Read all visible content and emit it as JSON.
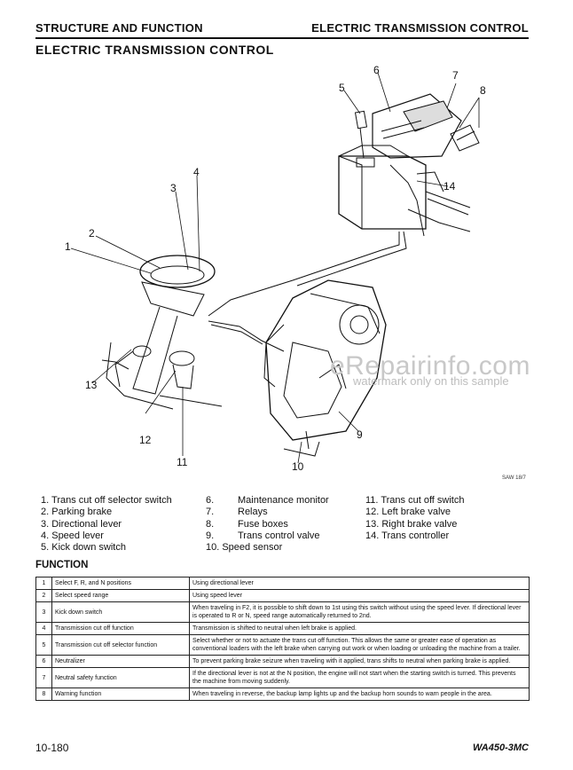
{
  "header": {
    "section_left": "STRUCTURE AND FUNCTION",
    "section_right": "ELECTRIC TRANSMISSION CONTROL"
  },
  "title": "ELECTRIC TRANSMISSION CONTROL",
  "figure": {
    "callouts": [
      "1",
      "2",
      "3",
      "4",
      "5",
      "6",
      "7",
      "8",
      "9",
      "10",
      "11",
      "12",
      "13",
      "14"
    ],
    "code": "SAW 18/7",
    "watermark_main": "eRepairinfo.com",
    "watermark_sub": "watermark only on this sample"
  },
  "legend": {
    "col1": [
      "1. Trans cut off selector switch",
      "2. Parking brake",
      "3. Directional lever",
      "4. Speed lever",
      "5. Kick down switch"
    ],
    "col2_nums": [
      "6.",
      "7.",
      "8.",
      "9.",
      "10. Speed sensor"
    ],
    "col2_labels": [
      "Maintenance monitor",
      "Relays",
      "Fuse boxes",
      "Trans control valve"
    ],
    "col3": [
      "11. Trans cut off switch",
      "12. Left brake valve",
      "13. Right brake valve",
      "14. Trans controller"
    ]
  },
  "function": {
    "title": "FUNCTION",
    "rows": [
      {
        "num": "1",
        "name": "Select F, R, and N positions",
        "desc": "Using directional lever"
      },
      {
        "num": "2",
        "name": "Select speed range",
        "desc": "Using speed lever"
      },
      {
        "num": "3",
        "name": "Kick down switch",
        "desc": "When traveling in F2, it is possible to shift down to 1st using this switch without using the speed lever. If directional lever is operated to R or N, speed range automatically returned to 2nd."
      },
      {
        "num": "4",
        "name": "Transmission cut off function",
        "desc": "Transmission is shifted to neutral when left brake is applied."
      },
      {
        "num": "5",
        "name": "Transmission cut off selector function",
        "desc": "Select whether or not to actuate the trans cut off function. This allows the same or greater ease of operation as conventional loaders with the left brake when carrying out work or when loading or unloading the machine from a trailer."
      },
      {
        "num": "6",
        "name": "Neutralizer",
        "desc": "To prevent parking brake seizure when traveling with it applied, trans shifts to neutral when parking brake is applied."
      },
      {
        "num": "7",
        "name": "Neutral safety function",
        "desc": "If the directional lever is not at the N position, the engine will not start when the starting switch is turned. This prevents the machine from moving suddenly."
      },
      {
        "num": "8",
        "name": "Warning function",
        "desc": "When traveling in reverse, the backup lamp lights up and the backup horn sounds to warn people in the area."
      }
    ]
  },
  "footer": {
    "page": "10-180",
    "model": "WA450-3MC"
  }
}
